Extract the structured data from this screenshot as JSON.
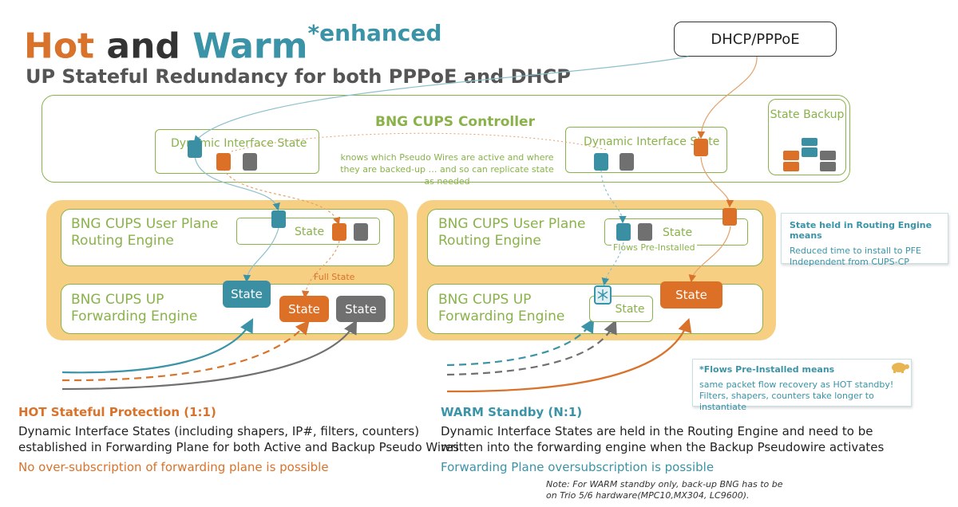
{
  "title": {
    "hot": "Hot",
    "and": " and ",
    "warm": "Warm",
    "enhanced": "*enhanced"
  },
  "subtitle": "UP Stateful Redundancy for both PPPoE and DHCP",
  "dhcp_label": "DHCP/PPPoE",
  "controller": {
    "title": "BNG CUPS Controller",
    "dis_left": "Dynamic Interface State",
    "dis_right": "Dynamic Interface State",
    "note": "knows which Pseudo Wires are active and where they are backed-up … and so can replicate state as needed",
    "backup_label": "State Backup"
  },
  "hot_cluster": {
    "re_label": "BNG CUPS User Plane Routing Engine",
    "re_state": "State",
    "fe_label": "BNG CUPS UP Forwarding Engine",
    "fe_state_teal": "State",
    "fe_state_orange": "State",
    "fe_state_gray": "State",
    "full_state": "Full State"
  },
  "warm_cluster": {
    "re_label": "BNG CUPS User Plane Routing Engine",
    "re_state": "State",
    "flows_label": "Flows Pre-Installed",
    "fe_label": "BNG CUPS UP Forwarding Engine",
    "fe_state_outline": "State",
    "fe_state_orange": "State"
  },
  "callout_re": {
    "title": "State held in Routing Engine means",
    "line1": "Reduced time to install to PFE",
    "line2": "Independent from CUPS-CP"
  },
  "callout_flows": {
    "title": "*Flows Pre-Installed means",
    "line1": "same packet flow recovery as HOT standby!",
    "line2": "Filters, shapers, counters take longer to instantiate"
  },
  "hot_section": {
    "heading": "HOT Stateful Protection (1:1)",
    "line1": "Dynamic Interface States (including shapers, IP#, filters, counters)",
    "line2": "established in Forwarding Plane for both Active and Backup Pseudo Wires",
    "highlight": "No over-subscription of forwarding plane is possible"
  },
  "warm_section": {
    "heading": "WARM Standby (N:1)",
    "line1": "Dynamic Interface States are held in the Routing Engine and need to be",
    "line2": "written into the forwarding engine when the Backup Pseudowire activates",
    "highlight": "Forwarding Plane oversubscription is possible"
  },
  "footnote": {
    "line1": "Note: For WARM standby only, back-up BNG has to be",
    "line2": "on Trio 5/6  hardware(MPC10,MX304, LC9600)."
  },
  "colors": {
    "hot_orange": "#d9722a",
    "warm_teal": "#3a93a6",
    "bng_green": "#8ab24a",
    "cluster_bg": "#f7cf83",
    "gray": "#707070"
  }
}
